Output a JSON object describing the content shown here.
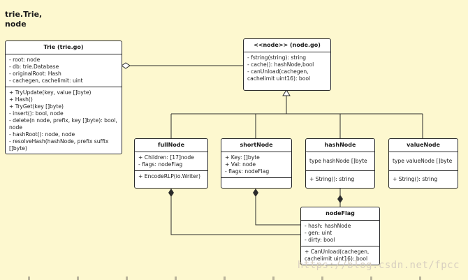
{
  "title": {
    "line1": "trie.Trie,",
    "line2": "node"
  },
  "classes": {
    "trie": {
      "name": "Trie (trie.go)",
      "fields": [
        "- root: node",
        "- db: trie.Database",
        "- originalRoot: Hash",
        "- cachegen, cachelimit: uint"
      ],
      "methods": [
        "+ TryUpdate(key, value []byte)",
        "+ Hash()",
        "+ TryGet(key []byte)",
        "- insert(): bool, node",
        "- delete(n node, prefix, key []byte): bool, node",
        "- hashRoot(): node, node",
        "- resolveHash(hashNode, prefix suffix []byte)"
      ]
    },
    "node": {
      "name": "<<node>> (node.go)",
      "methods": [
        "- fstring(string): string",
        "- cache(): hashNode,bool",
        "- canUnload(cachegen, cachelimit uint16): bool"
      ]
    },
    "fullNode": {
      "name": "fullNode",
      "fields": [
        "+ Children: [17]node",
        "- flags: nodeFlag"
      ],
      "methods": [
        "+ EncodeRLP(io.Writer)"
      ]
    },
    "shortNode": {
      "name": "shortNode",
      "fields": [
        "+ Key: []byte",
        "+ Val: node",
        "- flags: nodeFlag"
      ]
    },
    "hashNode": {
      "name": "hashNode",
      "fields": [
        "type hashNode []byte"
      ],
      "methods": [
        "+ String(): string"
      ]
    },
    "valueNode": {
      "name": "valueNode",
      "fields": [
        "type valueNode []byte"
      ],
      "methods": [
        "+ String(): string"
      ]
    },
    "nodeFlag": {
      "name": "nodeFlag",
      "fields": [
        "- hash: hashNode",
        "- gen: uint",
        "- dirty: bool"
      ],
      "methods": [
        "+ CanUnload(cachegen, cachelimit uint16): bool"
      ]
    }
  },
  "watermark": "https://blog.csdn.net/fpcc"
}
